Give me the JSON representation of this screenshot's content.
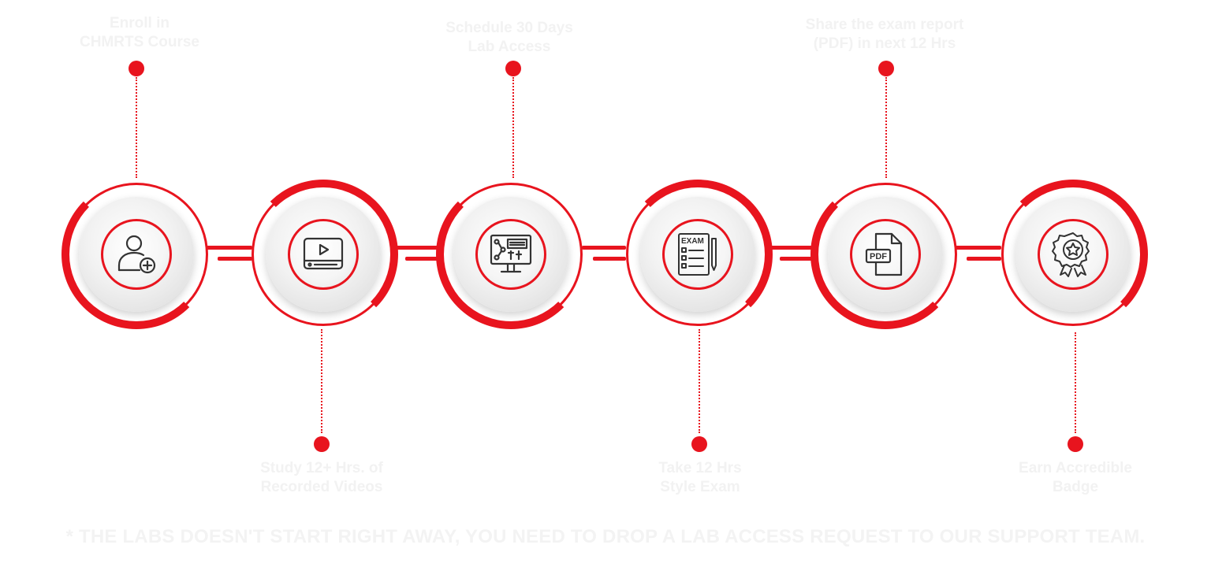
{
  "steps": [
    {
      "label": "Enroll in\nCHMRTS Course",
      "icon": "user-add-icon"
    },
    {
      "label": "Study 12+ Hrs. of\nRecorded Videos",
      "icon": "video-player-icon"
    },
    {
      "label": "Schedule 30 Days\nLab Access",
      "icon": "network-computer-icon"
    },
    {
      "label": "Take 12 Hrs\nStyle Exam",
      "icon": "exam-sheet-icon"
    },
    {
      "label": "Share the exam report\n(PDF) in next 12 Hrs",
      "icon": "pdf-file-icon"
    },
    {
      "label": "Earn Accredible\nBadge",
      "icon": "badge-star-icon"
    }
  ],
  "footer_note": "* THE LABS DOESN'T START RIGHT AWAY, YOU NEED TO DROP A LAB ACCESS REQUEST TO OUR SUPPORT TEAM.",
  "colors": {
    "accent": "#e8141e",
    "light_text": "#f2f2f2"
  },
  "icon_texts": {
    "exam": "EXAM",
    "pdf": "PDF"
  }
}
